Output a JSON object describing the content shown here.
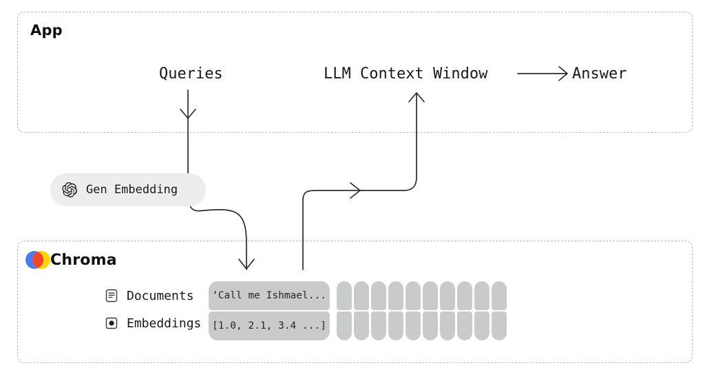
{
  "app": {
    "title": "App",
    "flow": {
      "queries_label": "Queries",
      "llm_label": "LLM Context Window",
      "answer_label": "Answer"
    }
  },
  "embedding": {
    "icon": "openai-icon",
    "label": "Gen Embedding"
  },
  "chroma": {
    "title": "Chroma",
    "logo": "chroma-logo",
    "rows": [
      {
        "icon": "document-icon",
        "label": "Documents",
        "value": "‘Call me Ishmael..."
      },
      {
        "icon": "vector-dot-icon",
        "label": "Embeddings",
        "value": "[1.0, 2.1, 3.4 ...]"
      }
    ],
    "blank_column_count": 10
  },
  "colors": {
    "pill_gray": "#c9cbca",
    "embed_pill_gray": "#eceded",
    "dashed_border": "#b9b9b9",
    "stroke": "#2b2b2b",
    "chroma_blue": "#4a7ef0",
    "chroma_yellow": "#ffd400",
    "chroma_red": "#f5442e",
    "text": "#16181c"
  }
}
